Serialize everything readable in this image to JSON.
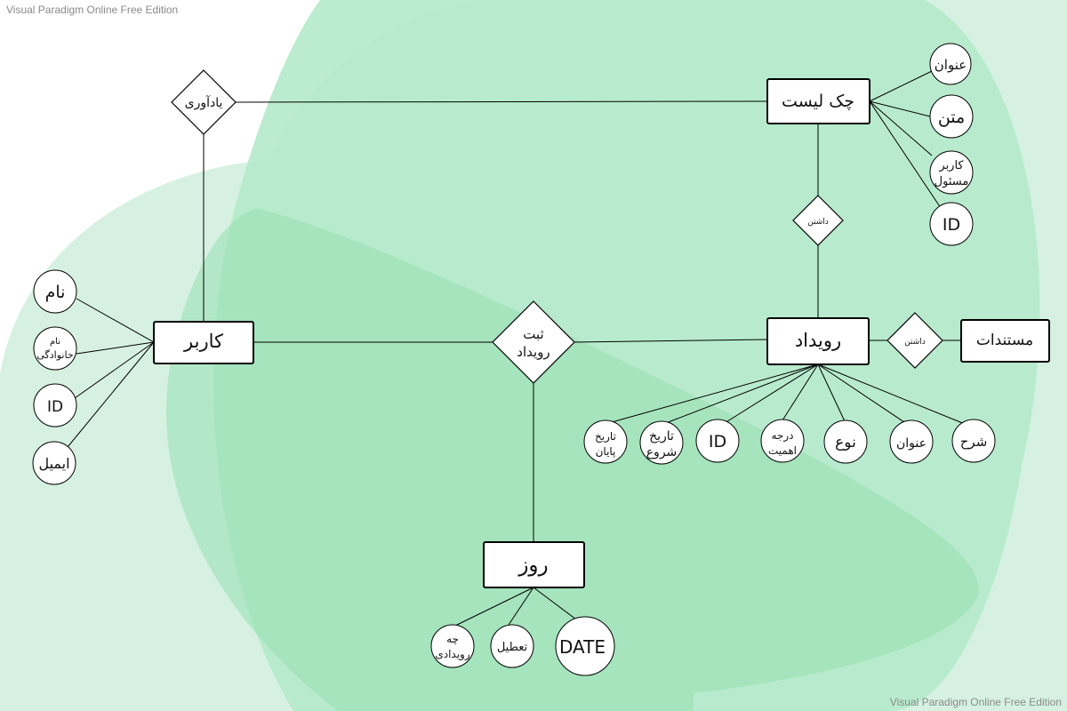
{
  "watermark": {
    "top_left": "Visual Paradigm Online Free Edition",
    "bottom_right": "Visual Paradigm Online Free Edition"
  },
  "colors": {
    "background_blob_light": "#dcf3e6",
    "background_blob_mid": "#a8e6c2",
    "background_blob_dark": "#8fdca8",
    "stroke": "#000000",
    "shape_fill": "#ffffff"
  },
  "entities": {
    "user": "کاربر",
    "event": "رویداد",
    "checklist": "چک لیست",
    "documents": "مستندات",
    "day": "روز"
  },
  "relationships": {
    "reminder": "یادآوری",
    "register_event": [
      "ثبت",
      "رویداد"
    ],
    "has_checklist": "داشتن",
    "has_documents": "داشتن"
  },
  "attributes": {
    "user": {
      "name": "نام",
      "family_name": [
        "نام",
        "خانوادگی"
      ],
      "id": "ID",
      "email": "ایمیل"
    },
    "checklist": {
      "title": "عنوان",
      "text": "متن",
      "responsible_user": [
        "کاربر",
        "مسئول"
      ],
      "id": "ID"
    },
    "event": {
      "end_date": [
        "تاریخ",
        "پایان"
      ],
      "start_date": [
        "تاریخ",
        "شروع"
      ],
      "id": "ID",
      "priority": [
        "درجه",
        "اهمیت"
      ],
      "type": "نوع",
      "title": "عنوان",
      "description": "شرح"
    },
    "day": {
      "which_event": [
        "چه",
        "رویدادی"
      ],
      "holiday": "تعطیل",
      "date": "DATE"
    }
  }
}
